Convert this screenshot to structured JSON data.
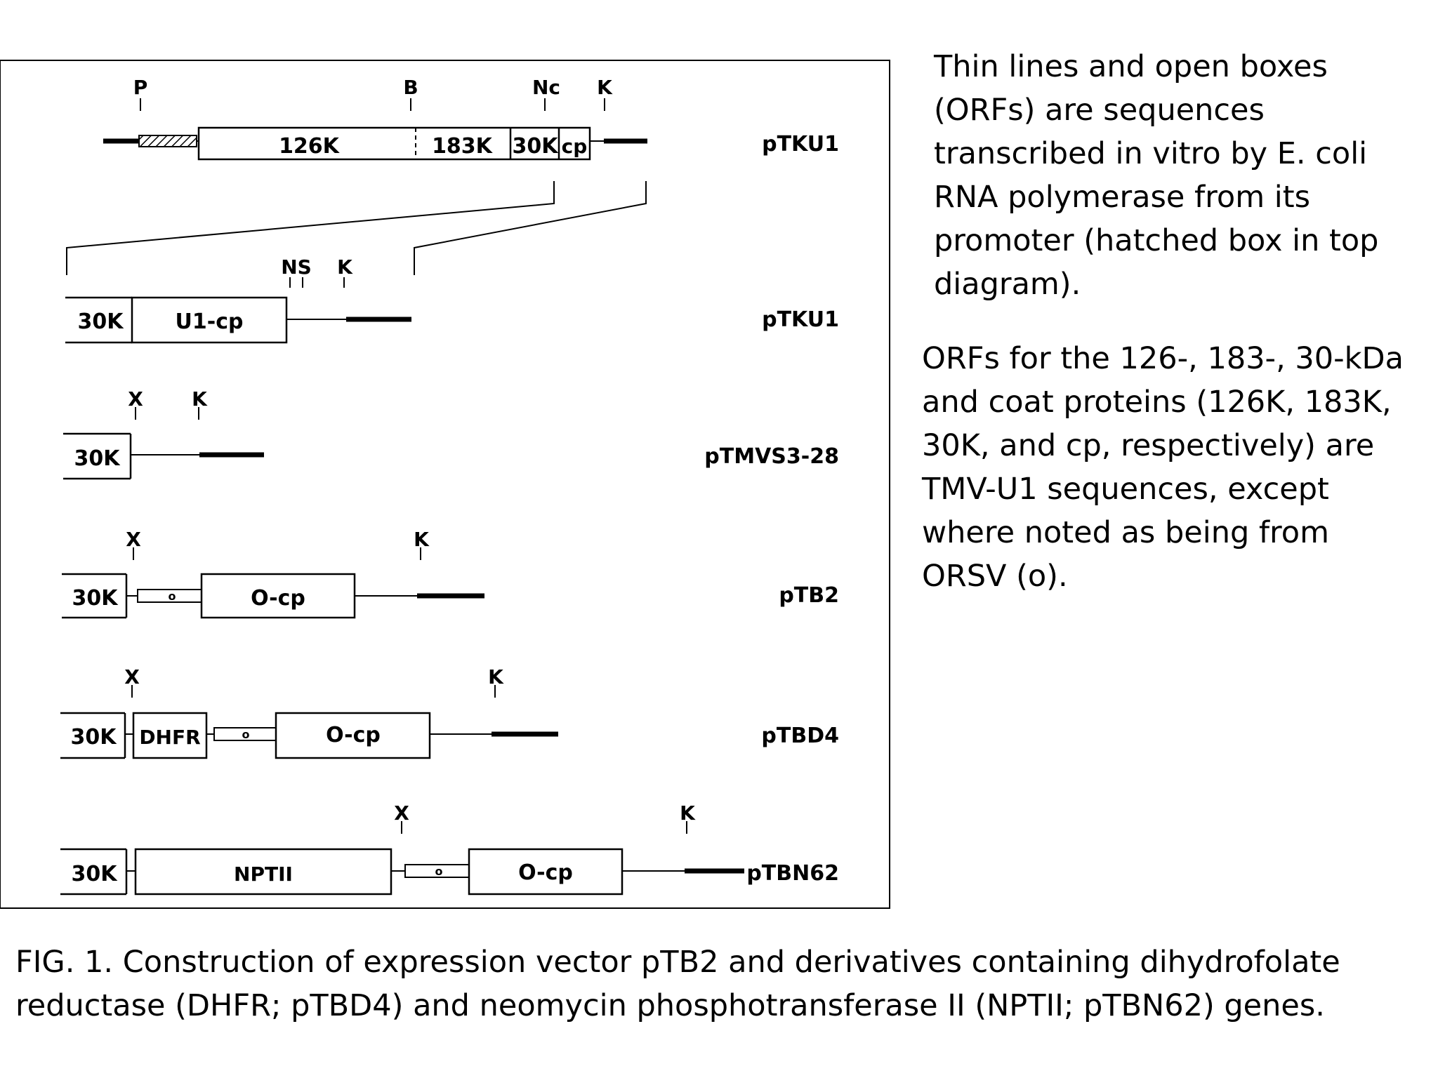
{
  "figure": {
    "rows": [
      {
        "name": "pTKU1",
        "sites": [
          "P",
          "B",
          "Nc",
          "K"
        ],
        "segments": [
          "126K",
          "183K",
          "30K",
          "cp"
        ]
      },
      {
        "name": "pTKU1",
        "sites": [
          "NS",
          "K"
        ],
        "segments": [
          "30K",
          "U1-cp"
        ]
      },
      {
        "name": "pTMVS3-28",
        "sites": [
          "X",
          "K"
        ],
        "segments": [
          "30K"
        ]
      },
      {
        "name": "pTB2",
        "sites": [
          "X",
          "K"
        ],
        "segments": [
          "30K",
          "O-cp"
        ]
      },
      {
        "name": "pTBD4",
        "sites": [
          "X",
          "K"
        ],
        "segments": [
          "30K",
          "DHFR",
          "O-cp"
        ]
      },
      {
        "name": "pTBN62",
        "sites": [
          "X",
          "K"
        ],
        "segments": [
          "30K",
          "NPTII",
          "O-cp"
        ]
      }
    ],
    "colors": {
      "ink": "#000000",
      "background": "#ffffff"
    }
  },
  "notes": [
    "Thin lines and open boxes (ORFs) are sequences transcribed in vitro by E. coli RNA polymerase from its promoter (hatched box in top diagram).",
    "ORFs for the 126-, 183-, 30-kDa and coat proteins (126K, 183K, 30K, and cp, respectively) are TMV-U1 sequences, except where noted as being from ORSV (o)."
  ],
  "caption": {
    "line1": "FIG. 1. Construction of expression vector pTB2 and derivatives containing dihydrofolate",
    "line2": "reductase (DHFR; pTBD4) and neomycin phosphotransferase II (NPTII; pTBN62) genes."
  }
}
